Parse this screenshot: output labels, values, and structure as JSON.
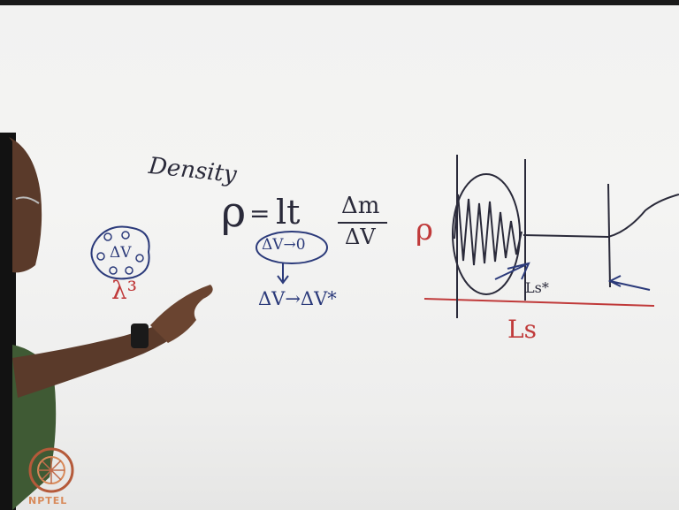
{
  "board": {
    "density_label": "Density",
    "rho_symbol": "ρ",
    "equals": "=",
    "lt": "lt",
    "delta_m": "Δm",
    "delta_v": "ΔV",
    "limit_circled": "ΔV→0",
    "limit_star": "ΔV→ΔV*",
    "blob_label": "ΔV",
    "lambda_cubed": "λ³",
    "graph_rho": "ρ",
    "graph_ls_star": "Ls*",
    "graph_ls": "Ls"
  },
  "logo": {
    "text": "NPTEL"
  },
  "colors": {
    "ink_black": "#2a2a3a",
    "ink_blue": "#2b3a7a",
    "ink_red": "#c03a3a",
    "board": "#f2f2f1"
  }
}
